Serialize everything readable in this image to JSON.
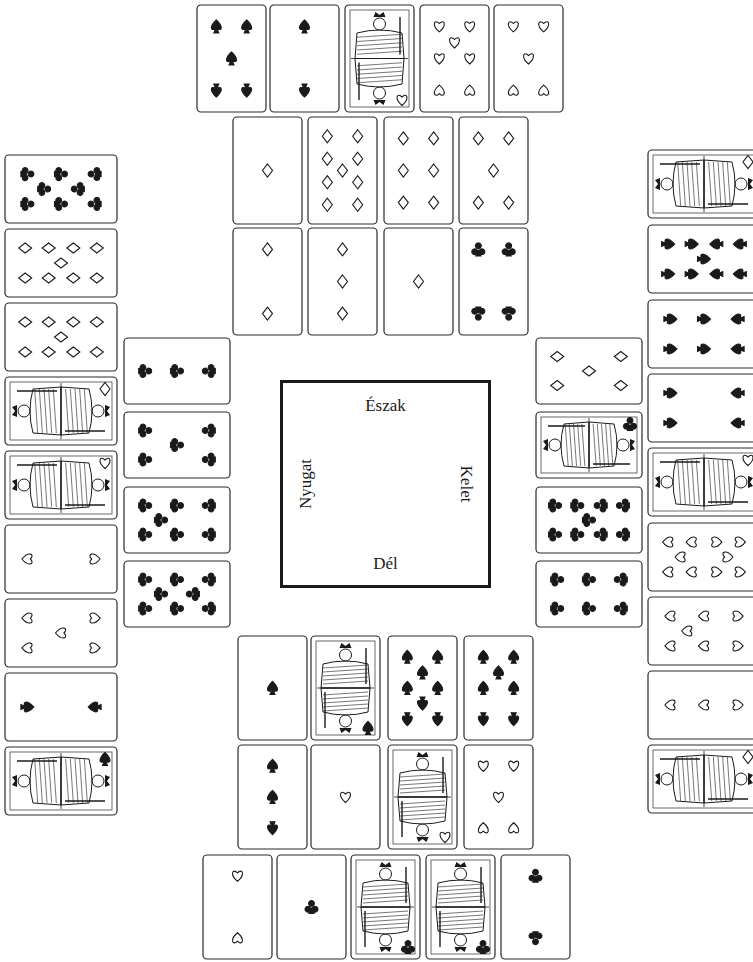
{
  "diagram": {
    "nodes": [
      {
        "text": [
          "Észak",
          "Nyugat",
          "Kelet",
          "Dél"
        ]
      }
    ]
  }
}
